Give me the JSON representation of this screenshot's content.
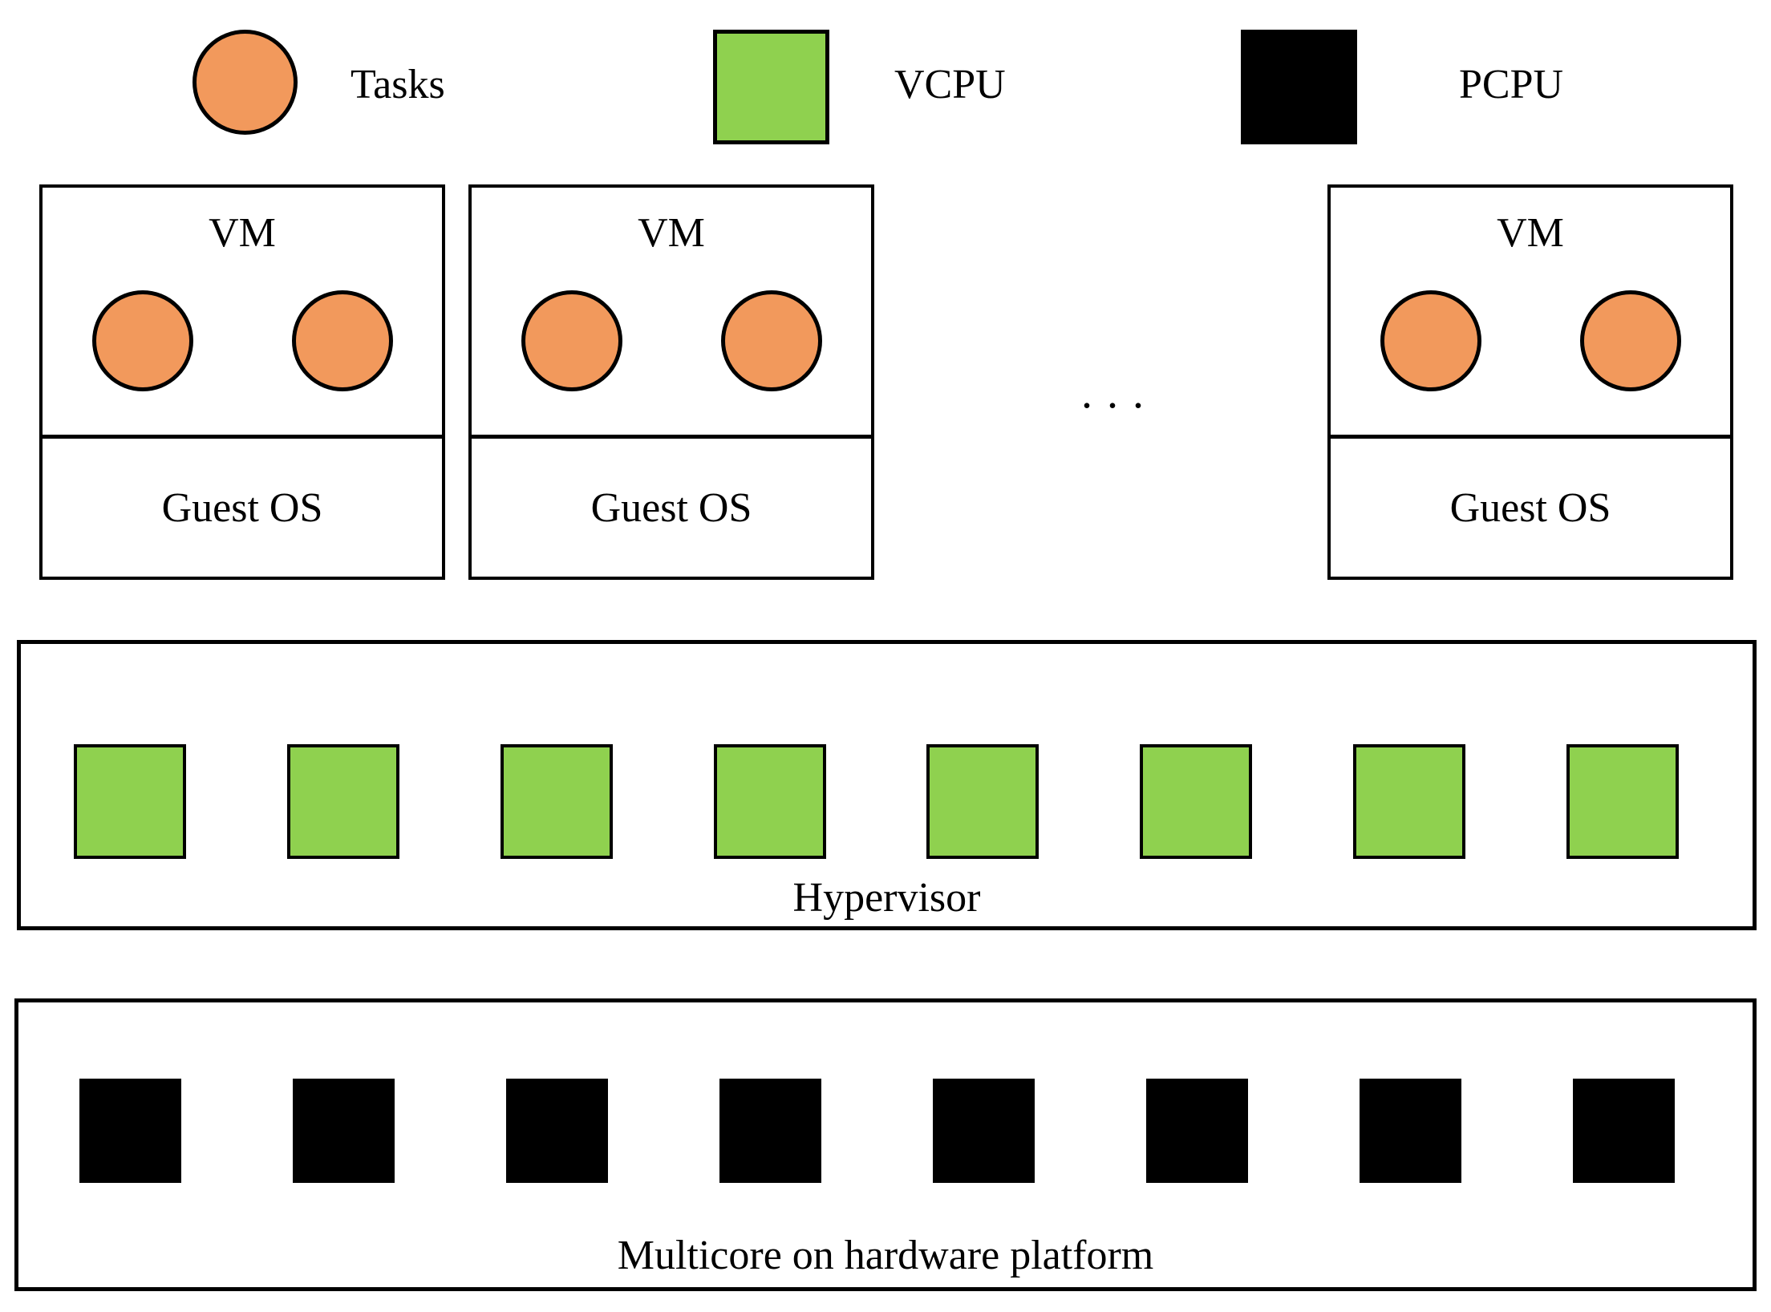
{
  "colors": {
    "task": "#F2995C",
    "vcpu": "#8FD14F",
    "pcpu": "#000000",
    "outline": "#000000",
    "background": "#FFFFFF"
  },
  "legend": {
    "items": [
      {
        "icon": "task-circle-icon",
        "label": "Tasks",
        "color": "#F2995C"
      },
      {
        "icon": "vcpu-square-icon",
        "label": "VCPU",
        "color": "#8FD14F"
      },
      {
        "icon": "pcpu-square-icon",
        "label": "PCPU",
        "color": "#000000"
      }
    ]
  },
  "vm_row": {
    "ellipsis": ". . .",
    "boxes": [
      {
        "title": "VM",
        "guest_os_label": "Guest OS",
        "task_count": 2
      },
      {
        "title": "VM",
        "guest_os_label": "Guest OS",
        "task_count": 2
      },
      {
        "title": "VM",
        "guest_os_label": "Guest OS",
        "task_count": 2
      }
    ]
  },
  "hypervisor": {
    "label": "Hypervisor",
    "vcpu_count": 8
  },
  "hardware": {
    "label": "Multicore on hardware platform",
    "pcpu_count": 8
  }
}
